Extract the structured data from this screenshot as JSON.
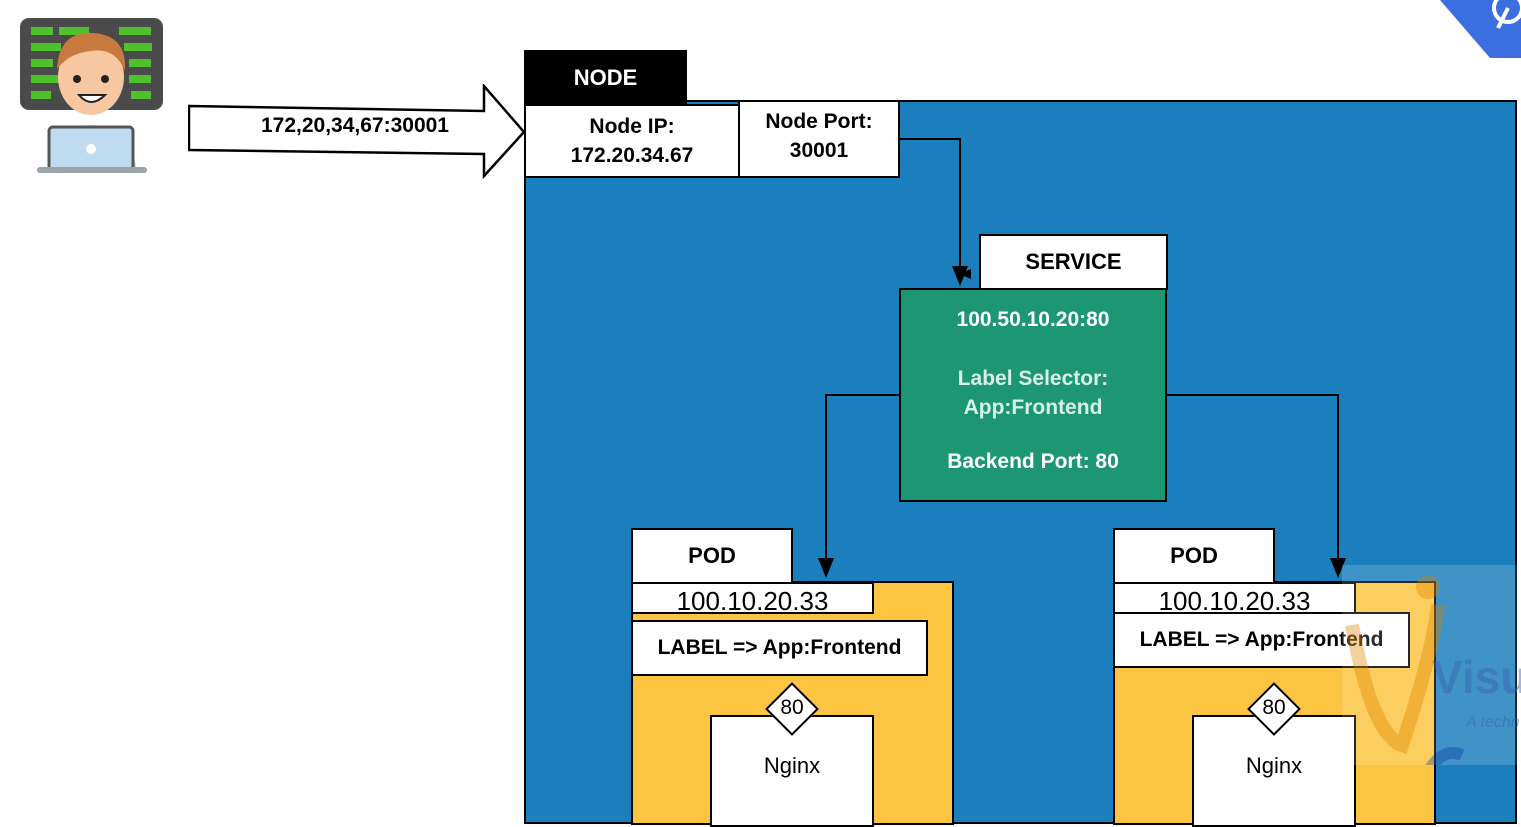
{
  "client": {
    "address": "172,20,34,67:30001",
    "icon": "developer-laptop-icon"
  },
  "node": {
    "tab_label": "NODE",
    "ip_label": "Node IP:",
    "ip_value": "172.20.34.67",
    "port_label": "Node Port:",
    "port_value": "30001"
  },
  "service": {
    "tab_label": "SERVICE",
    "address": "100.50.10.20:80",
    "selector_label": "Label Selector:",
    "selector_value": "App:Frontend",
    "backend_port": "Backend Port: 80"
  },
  "pods": [
    {
      "tab_label": "POD",
      "ip": "100.10.20.33",
      "label": "LABEL => App:Frontend",
      "port": "80",
      "container": "Nginx"
    },
    {
      "tab_label": "POD",
      "ip": "100.10.20.33",
      "label": "LABEL => App:Frontend",
      "port": "80",
      "container": "Nginx"
    }
  ],
  "colors": {
    "node_bg": "#1b7fbd",
    "service_bg": "#1c9673",
    "pod_bg": "#fbc541",
    "logo_blue": "#3b6fe0"
  },
  "watermark": {
    "brand_text": "Visua",
    "tagline": "A techn"
  }
}
